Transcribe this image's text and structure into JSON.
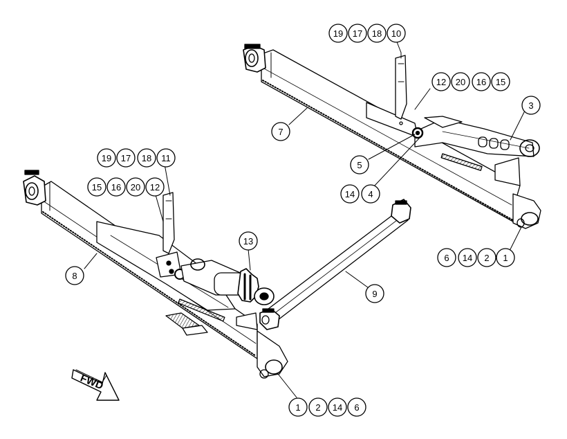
{
  "diagram": {
    "direction_label": "FWD",
    "callouts": [
      {
        "id": "c19a",
        "label": "19"
      },
      {
        "id": "c17a",
        "label": "17"
      },
      {
        "id": "c18a",
        "label": "18"
      },
      {
        "id": "c10",
        "label": "10"
      },
      {
        "id": "c12a",
        "label": "12"
      },
      {
        "id": "c20a",
        "label": "20"
      },
      {
        "id": "c16a",
        "label": "16"
      },
      {
        "id": "c15a",
        "label": "15"
      },
      {
        "id": "c3",
        "label": "3"
      },
      {
        "id": "c7",
        "label": "7"
      },
      {
        "id": "c5",
        "label": "5"
      },
      {
        "id": "c14a",
        "label": "14"
      },
      {
        "id": "c4",
        "label": "4"
      },
      {
        "id": "c19b",
        "label": "19"
      },
      {
        "id": "c17b",
        "label": "17"
      },
      {
        "id": "c18b",
        "label": "18"
      },
      {
        "id": "c11",
        "label": "11"
      },
      {
        "id": "c15b",
        "label": "15"
      },
      {
        "id": "c16b",
        "label": "16"
      },
      {
        "id": "c20b",
        "label": "20"
      },
      {
        "id": "c12b",
        "label": "12"
      },
      {
        "id": "c6a",
        "label": "6"
      },
      {
        "id": "c14b",
        "label": "14"
      },
      {
        "id": "c2a",
        "label": "2"
      },
      {
        "id": "c1a",
        "label": "1"
      },
      {
        "id": "c13",
        "label": "13"
      },
      {
        "id": "c8",
        "label": "8"
      },
      {
        "id": "c9",
        "label": "9"
      },
      {
        "id": "c1b",
        "label": "1"
      },
      {
        "id": "c2b",
        "label": "2"
      },
      {
        "id": "c14c",
        "label": "14"
      },
      {
        "id": "c6b",
        "label": "6"
      }
    ]
  }
}
